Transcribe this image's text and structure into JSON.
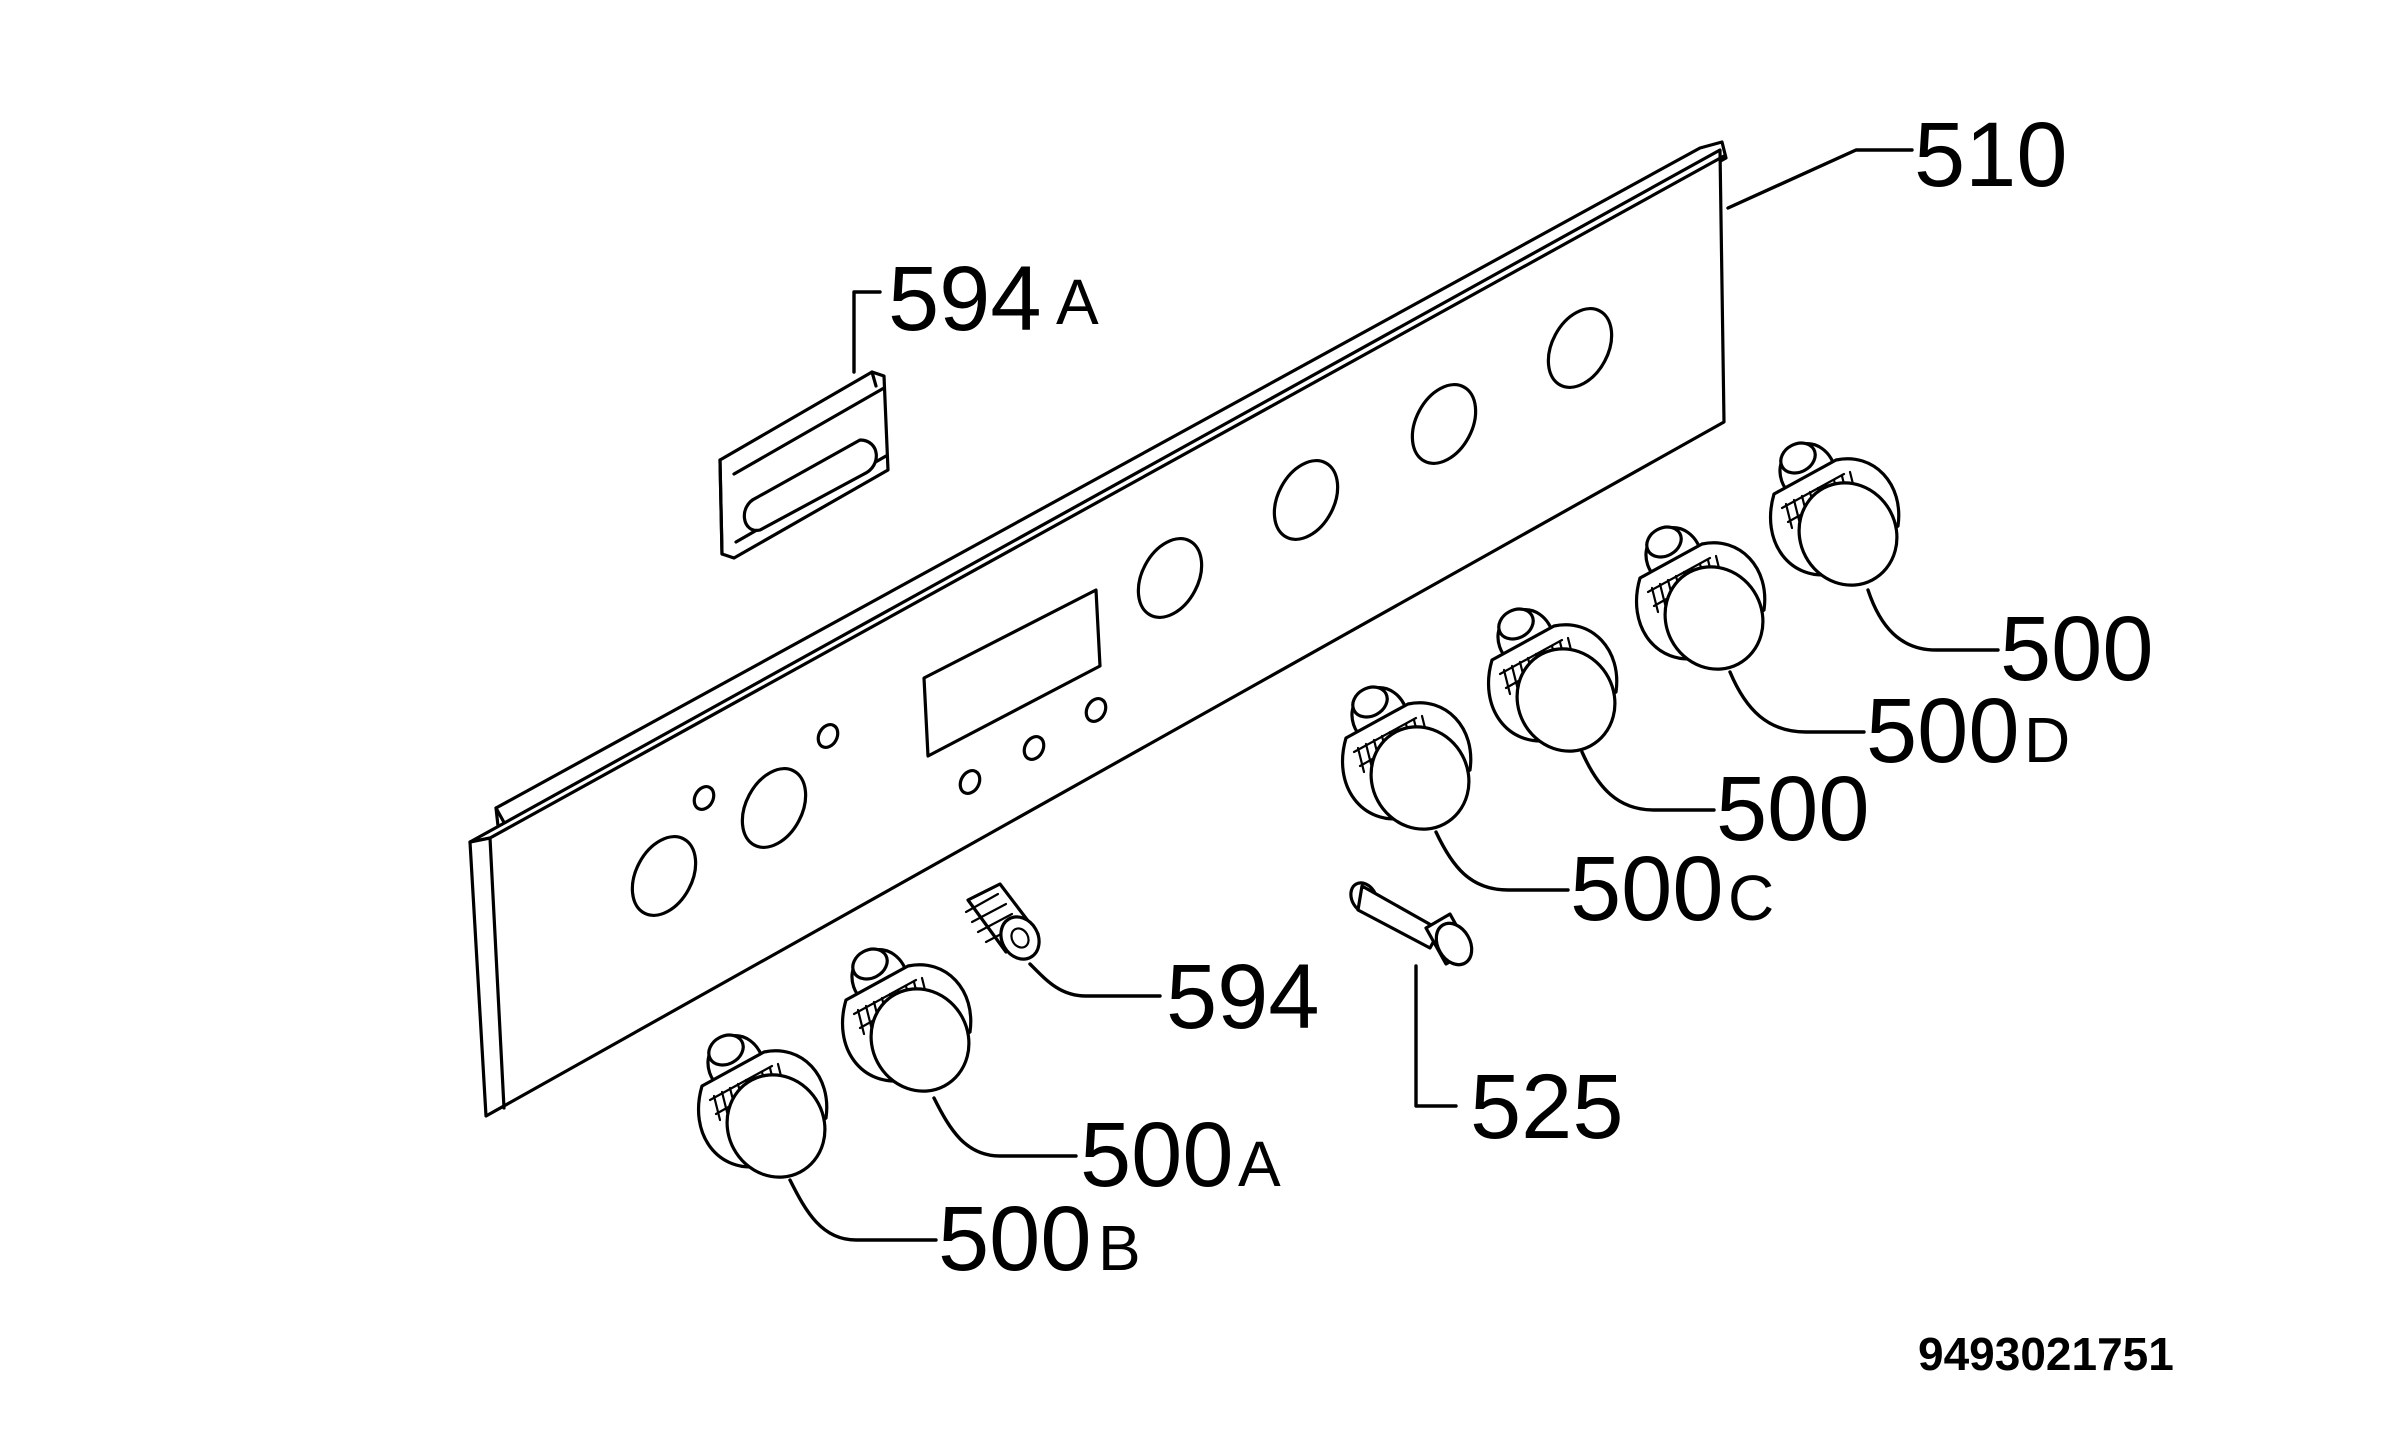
{
  "parts": {
    "p510": {
      "number": "510",
      "suffix": ""
    },
    "p594a": {
      "number": "594",
      "suffix": "A"
    },
    "p500_1": {
      "number": "500",
      "suffix": ""
    },
    "p500d": {
      "number": "500",
      "suffix": "D"
    },
    "p500_2": {
      "number": "500",
      "suffix": ""
    },
    "p500c": {
      "number": "500",
      "suffix": "C"
    },
    "p594": {
      "number": "594",
      "suffix": ""
    },
    "p525": {
      "number": "525",
      "suffix": ""
    },
    "p500a": {
      "number": "500",
      "suffix": "A"
    },
    "p500b": {
      "number": "500",
      "suffix": "B"
    }
  },
  "drawing_code": "9493021751",
  "icons": {
    "panel": "control-panel-icon",
    "knob": "control-knob-icon",
    "bracket": "bracket-icon",
    "spring": "spring-icon",
    "shaft": "shaft-icon"
  }
}
